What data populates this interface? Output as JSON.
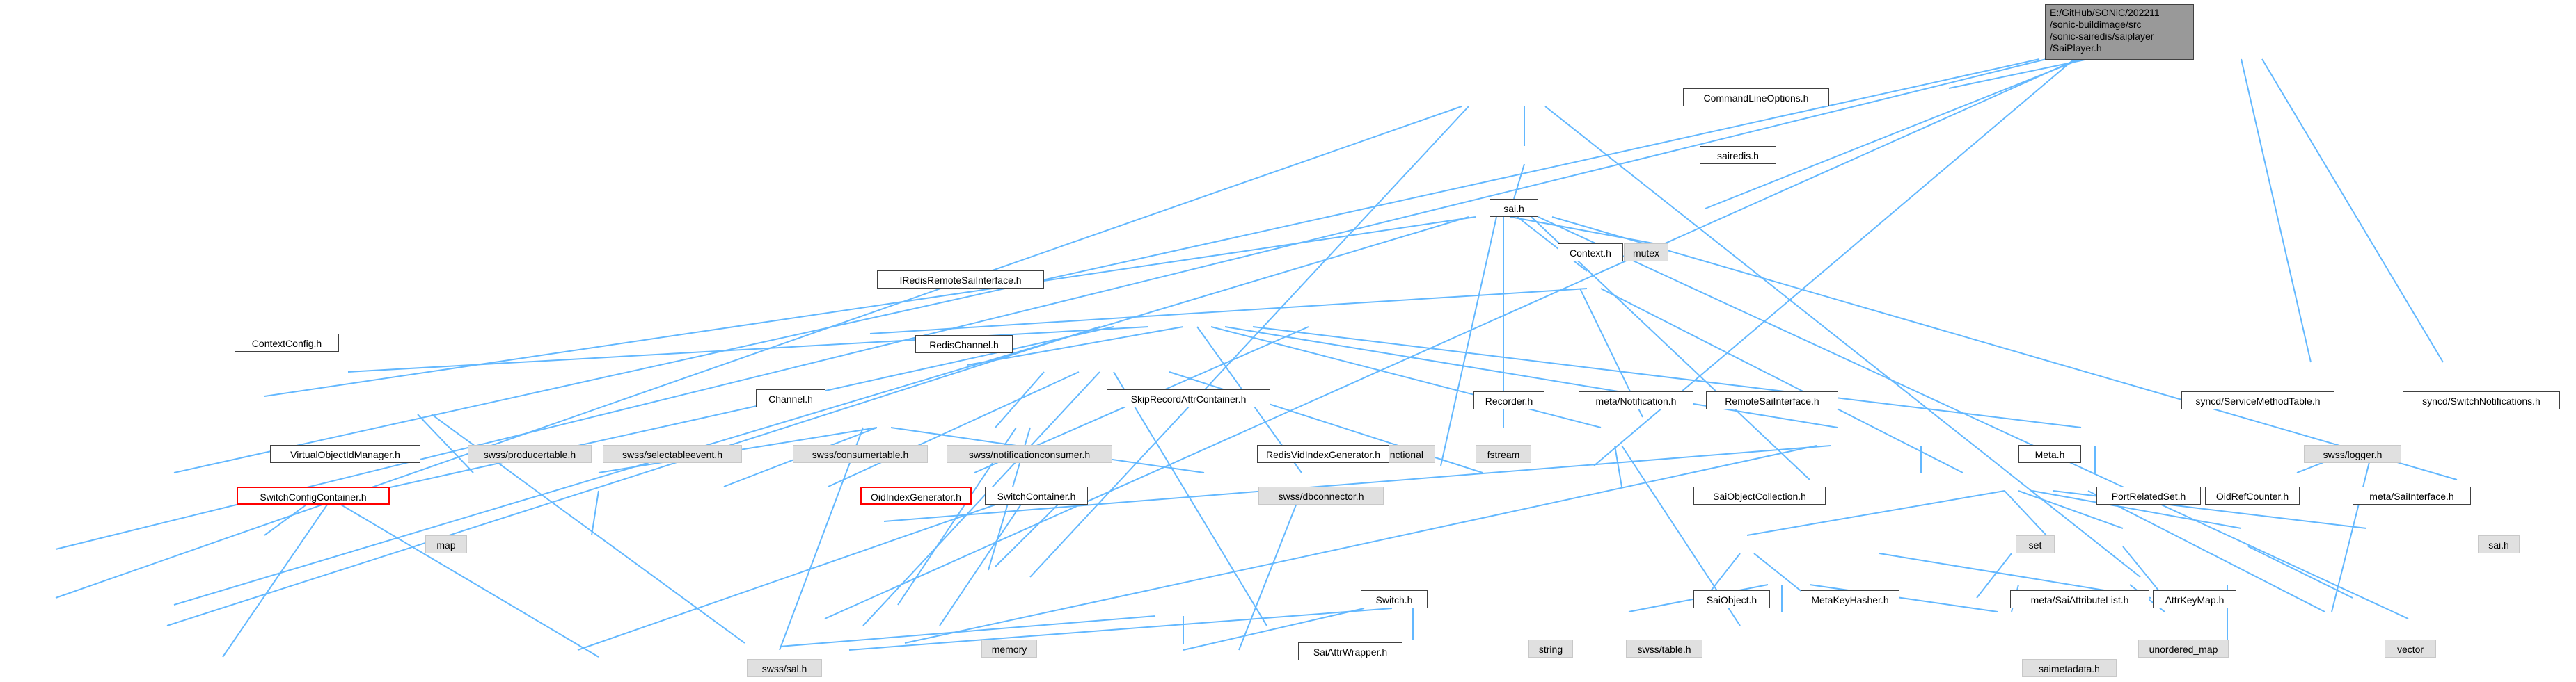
{
  "root": {
    "line1": "E:/GitHub/SONiC/202211",
    "line2": "/sonic-buildimage/src",
    "line3": "/sonic-sairedis/saiplayer",
    "line4": "/SaiPlayer.h"
  },
  "nodes": {
    "commandlineoptions": "CommandLineOptions.h",
    "sairedis": "sairedis.h",
    "sai": "sai.h",
    "mutex": "mutex",
    "context": "Context.h",
    "iredisremote": "IRedisRemoteSaiInterface.h",
    "contextconfig": "ContextConfig.h",
    "redischannel": "RedisChannel.h",
    "channel": "Channel.h",
    "skiprecord": "SkipRecordAttrContainer.h",
    "recorder": "Recorder.h",
    "metanotification": "meta/Notification.h",
    "remotesai": "RemoteSaiInterface.h",
    "servicemethod": "syncd/ServiceMethodTable.h",
    "switchnotifications": "syncd/SwitchNotifications.h",
    "virtualobjectid": "VirtualObjectIdManager.h",
    "producertable": "swss/producertable.h",
    "selectableevent": "swss/selectableevent.h",
    "consumertable": "swss/consumertable.h",
    "notificationconsumer": "swss/notificationconsumer.h",
    "functional": "functional",
    "fstream": "fstream",
    "swsslogger": "swss/logger.h",
    "switchconfigcontainer": "SwitchConfigContainer.h",
    "oidindexgenerator": "OidIndexGenerator.h",
    "switchcontainer": "SwitchContainer.h",
    "redisvidindex": "RedisVidIndexGenerator.h",
    "dbconnector": "swss/dbconnector.h",
    "meta": "Meta.h",
    "saiobjectcollection": "SaiObjectCollection.h",
    "portrelatedset": "PortRelatedSet.h",
    "oidrefcounter": "OidRefCounter.h",
    "metasaiinterface": "meta/SaiInterface.h",
    "map": "map",
    "set": "set",
    "saih": "sai.h",
    "switch": "Switch.h",
    "saiobject": "SaiObject.h",
    "metakeyhasher": "MetaKeyHasher.h",
    "metasaiattrlist": "meta/SaiAttributeList.h",
    "attrkeymap": "AttrKeyMap.h",
    "memory": "memory",
    "string": "string",
    "swsstable": "swss/table.h",
    "unorderedmap": "unordered_map",
    "vector": "vector",
    "saiattrwrapper": "SaiAttrWrapper.h",
    "swsssal": "swss/sal.h",
    "saimetadata": "saimetadata.h"
  },
  "colors": {
    "edge": "#63b8ff",
    "root_fill": "#999999",
    "node_border": "#404040",
    "external_fill": "#e0e0e0",
    "missing_border": "#ff0000"
  }
}
